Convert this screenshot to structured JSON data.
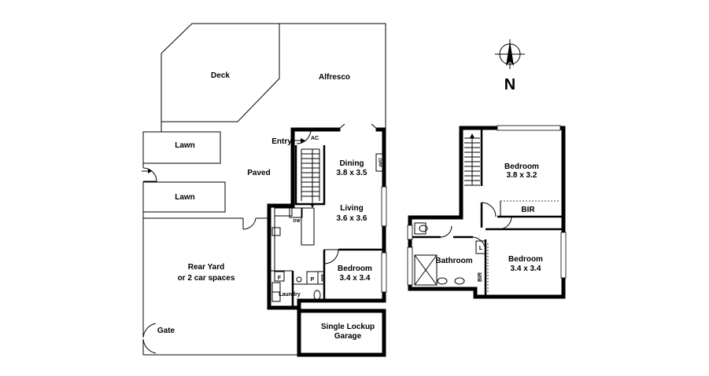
{
  "plan": {
    "north_label": "N",
    "outdoor": {
      "deck": "Deck",
      "alfresco": "Alfresco",
      "lawn_top": "Lawn",
      "lawn_bottom": "Lawn",
      "paved": "Paved",
      "rear_yard_line1": "Rear Yard",
      "rear_yard_line2": "or 2 car spaces",
      "gate": "Gate",
      "entry": "Entry"
    },
    "ground_floor": {
      "ac": "AC",
      "dining_name": "Dining",
      "dining_size": "3.8 x 3.5",
      "opp": "OPP",
      "living_name": "Living",
      "living_size": "3.6 x 3.6",
      "dw": "DW",
      "fridge": "F",
      "pantry": "P",
      "bir": "BIR",
      "laundry": "Laundry",
      "bedroom_name": "Bedroom",
      "bedroom_size": "3.4 x 3.4",
      "garage_line1": "Single Lockup",
      "garage_line2": "Garage"
    },
    "upper_floor": {
      "bedroom1_name": "Bedroom",
      "bedroom1_size": "3.8 x 3.2",
      "bir1": "BIR",
      "bathroom": "Bathroom",
      "linen": "L",
      "bir2": "BIR",
      "bedroom2_name": "Bedroom",
      "bedroom2_size": "3.4 x 3.4"
    }
  }
}
